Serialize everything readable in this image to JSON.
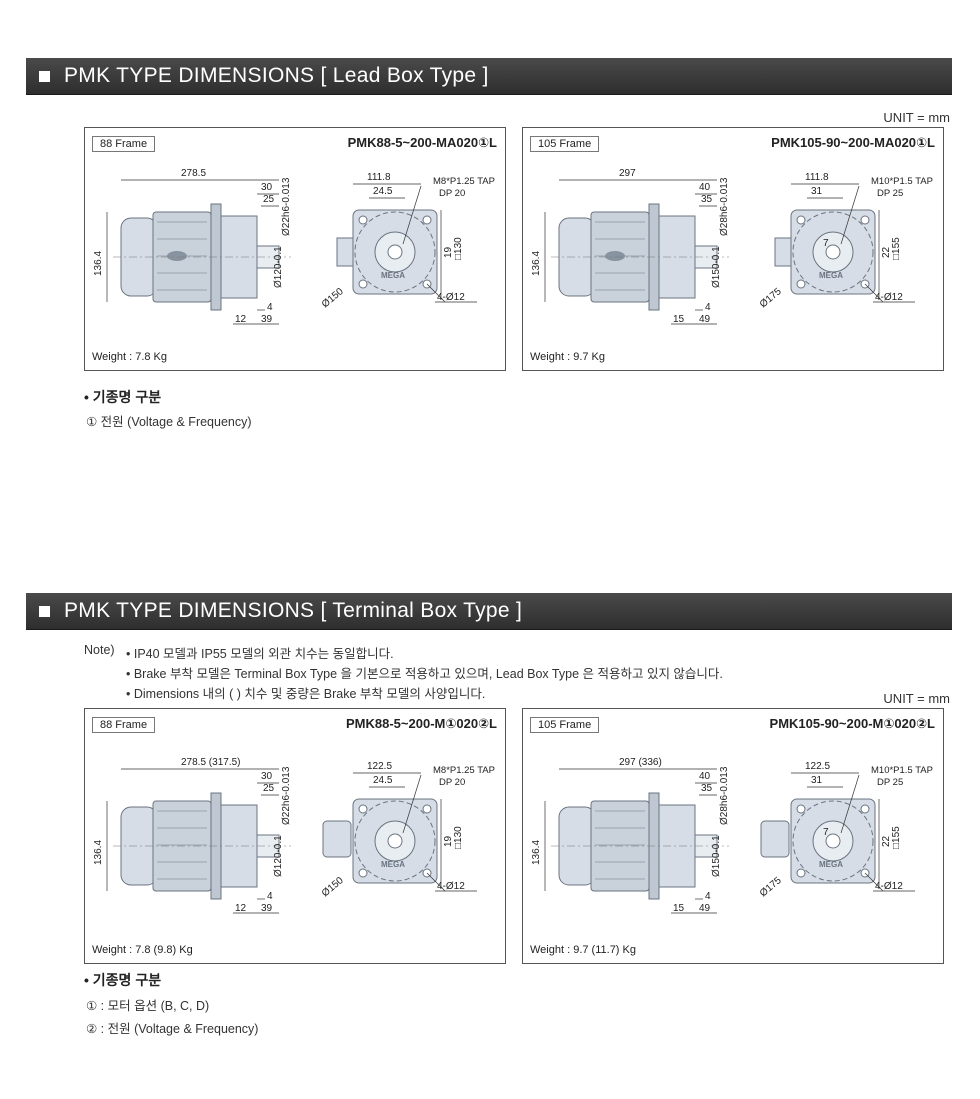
{
  "section1": {
    "title": "PMK TYPE DIMENSIONS [ Lead Box Type ]",
    "unit": "UNIT = mm",
    "panels": [
      {
        "frame": "88 Frame",
        "model": "PMK88-5~200-MA020①L",
        "weight": "Weight : 7.8 Kg",
        "dims": {
          "length": "278.5",
          "d30": "30",
          "d25": "25",
          "shaft": "Ø22h6-0.013",
          "height": "136.4",
          "flange_dia": "Ø120-0.1",
          "d4": "4",
          "d12": "12",
          "d39": "39",
          "side_w": "111.8",
          "side_245": "24.5",
          "tap": "M8*P1.25 TAP",
          "dp": "DP 20",
          "d19": "19",
          "sq": "□130",
          "pcd": "Ø150",
          "holes": "4-Ø12",
          "logo": "MEGA"
        }
      },
      {
        "frame": "105 Frame",
        "model": "PMK105-90~200-MA020①L",
        "weight": "Weight : 9.7 Kg",
        "dims": {
          "length": "297",
          "d30": "40",
          "d25": "35",
          "shaft": "Ø28h6-0.013",
          "height": "136.4",
          "flange_dia": "Ø150-0.1",
          "d4": "4",
          "d12": "15",
          "d39": "49",
          "side_w": "111.8",
          "side_245": "31",
          "tap": "M10*P1.5 TAP",
          "dp": "DP 25",
          "d19": "22",
          "sq": "□155",
          "pcd": "Ø175",
          "holes": "4-Ø12",
          "logo": "MEGA",
          "key": "7"
        }
      }
    ],
    "legend_title": "• 기종명 구분",
    "legend_items": [
      "① 전원 (Voltage & Frequency)"
    ]
  },
  "section2": {
    "title": "PMK TYPE DIMENSIONS [ Terminal Box Type ]",
    "note_label": "Note)",
    "notes": [
      "• IP40 모델과 IP55 모델의 외관 치수는 동일합니다.",
      "• Brake 부착 모델은 Terminal Box Type 을 기본으로 적용하고 있으며, Lead Box Type 은 적용하고 있지 않습니다.",
      "• Dimensions 내의 ( ) 치수 및 중량은 Brake 부착 모델의 사양입니다."
    ],
    "unit": "UNIT = mm",
    "panels": [
      {
        "frame": "88 Frame",
        "model": "PMK88-5~200-M①020②L",
        "weight": "Weight : 7.8 (9.8) Kg",
        "dims": {
          "length": "278.5 (317.5)",
          "d30": "30",
          "d25": "25",
          "shaft": "Ø22h6-0.013",
          "height": "136.4",
          "flange_dia": "Ø120-0.1",
          "d4": "4",
          "d12": "12",
          "d39": "39",
          "side_w": "122.5",
          "side_245": "24.5",
          "tap": "M8*P1.25 TAP",
          "dp": "DP 20",
          "d19": "19",
          "sq": "□130",
          "pcd": "Ø150",
          "holes": "4-Ø12",
          "logo": "MEGA"
        }
      },
      {
        "frame": "105 Frame",
        "model": "PMK105-90~200-M①020②L",
        "weight": "Weight : 9.7 (11.7) Kg",
        "dims": {
          "length": "297 (336)",
          "d30": "40",
          "d25": "35",
          "shaft": "Ø28h6-0.013",
          "height": "136.4",
          "flange_dia": "Ø150-0.1",
          "d4": "4",
          "d12": "15",
          "d39": "49",
          "side_w": "122.5",
          "side_245": "31",
          "tap": "M10*P1.5 TAP",
          "dp": "DP 25",
          "d19": "22",
          "sq": "□155",
          "pcd": "Ø175",
          "holes": "4-Ø12",
          "logo": "MEGA",
          "key": "7"
        }
      }
    ],
    "legend_title": "• 기종명 구분",
    "legend_items": [
      "① : 모터 옵션 (B, C, D)",
      "② : 전원 (Voltage & Frequency)"
    ]
  },
  "colors": {
    "banner": "#3a3a3a",
    "motor_fill": "#d6dde6",
    "motor_stroke": "#6a7480",
    "dim_line": "#333333"
  }
}
